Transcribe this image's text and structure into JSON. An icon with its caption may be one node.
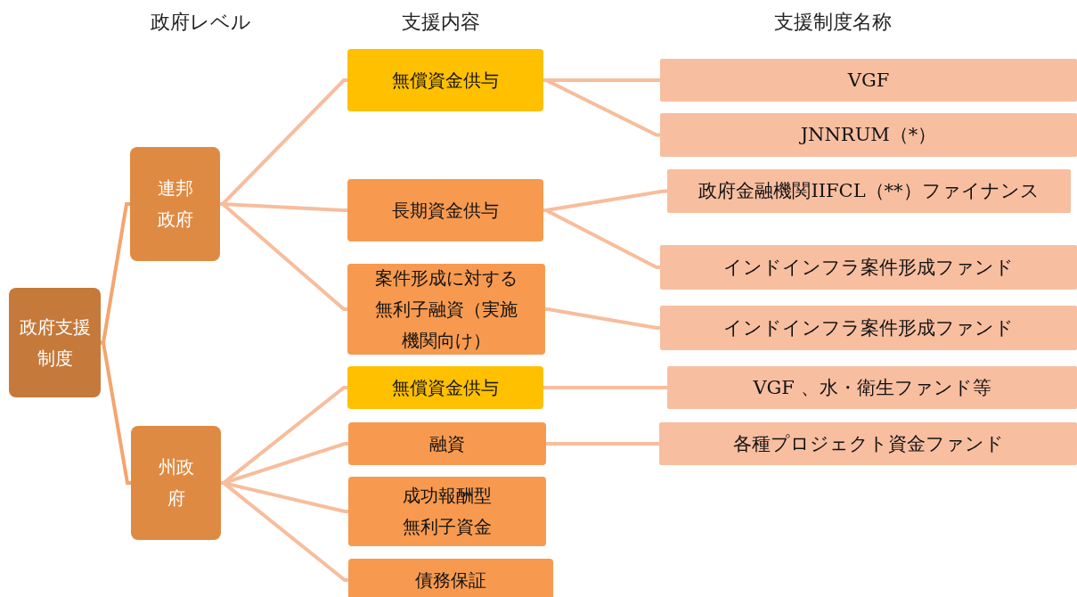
{
  "diagram": {
    "nodes": [
      {
        "text": [
          "政府支援制度"
        ]
      },
      {
        "text": [
          "連邦政府"
        ]
      },
      {
        "text": [
          "州政府"
        ]
      },
      {
        "text": [
          "無償資金供与"
        ]
      },
      {
        "text": [
          "長期資金供与"
        ]
      },
      {
        "text": [
          "案件形成に対する無利子融資（実施機関向け）"
        ]
      },
      {
        "text": [
          "無償資金供与"
        ]
      },
      {
        "text": [
          "融資"
        ]
      },
      {
        "text": [
          "成功報酬型無利子資金"
        ]
      },
      {
        "text": [
          "債務保証"
        ]
      },
      {
        "text": [
          "VGF"
        ]
      },
      {
        "text": [
          "JNNRUM（*）"
        ]
      },
      {
        "text": [
          "政府金融機関IIFCL（**）ファイナンス"
        ]
      },
      {
        "text": [
          "インドインフラ案件形成ファンド"
        ]
      },
      {
        "text": [
          "インドインフラ案件形成ファンド"
        ]
      },
      {
        "text": [
          "VGF 、水・衛生ファンド等"
        ]
      },
      {
        "text": [
          "各種プロジェクト資金ファンド"
        ]
      }
    ],
    "edges": [
      {
        "from": 0,
        "to": 1,
        "arrow": "none"
      },
      {
        "from": 0,
        "to": 2,
        "arrow": "none"
      },
      {
        "from": 1,
        "to": 3,
        "arrow": "none"
      },
      {
        "from": 1,
        "to": 4,
        "arrow": "none"
      },
      {
        "from": 1,
        "to": 5,
        "arrow": "none"
      },
      {
        "from": 2,
        "to": 6,
        "arrow": "none"
      },
      {
        "from": 2,
        "to": 7,
        "arrow": "none"
      },
      {
        "from": 2,
        "to": 8,
        "arrow": "none"
      },
      {
        "from": 2,
        "to": 9,
        "arrow": "none"
      },
      {
        "from": 3,
        "to": 10,
        "arrow": "none"
      },
      {
        "from": 3,
        "to": 11,
        "arrow": "none"
      },
      {
        "from": 4,
        "to": 12,
        "arrow": "none"
      },
      {
        "from": 4,
        "to": 13,
        "arrow": "none"
      },
      {
        "from": 5,
        "to": 14,
        "arrow": "none"
      },
      {
        "from": 6,
        "to": 15,
        "arrow": "none"
      },
      {
        "from": 7,
        "to": 16,
        "arrow": "none"
      }
    ],
    "labels": [
      "政府レベル",
      "支援内容",
      "支援制度名称"
    ]
  }
}
